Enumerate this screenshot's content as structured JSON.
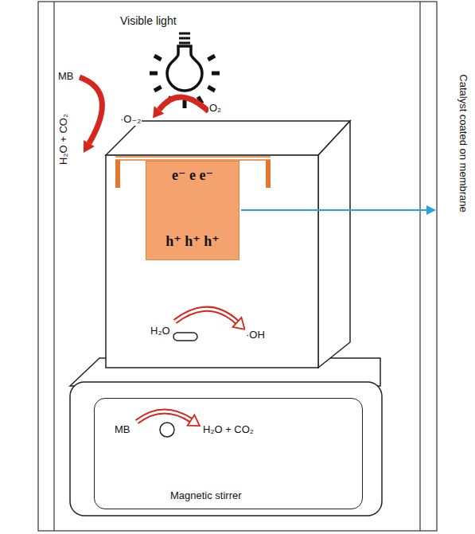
{
  "diagram": {
    "nodes": [
      {
        "text": [
          "e⁻ e e⁻",
          "h⁺ h⁺ h⁺"
        ]
      },
      {
        "text": [
          "Magnetic stirrer"
        ]
      }
    ],
    "labels": [
      "Visible light",
      "MB",
      "H₂O + CO₂",
      "·O₋₂",
      "O₂",
      "H₂O",
      "·OH",
      "MB",
      "H₂O + CO₂",
      "Catalyst coated on membrane"
    ]
  }
}
